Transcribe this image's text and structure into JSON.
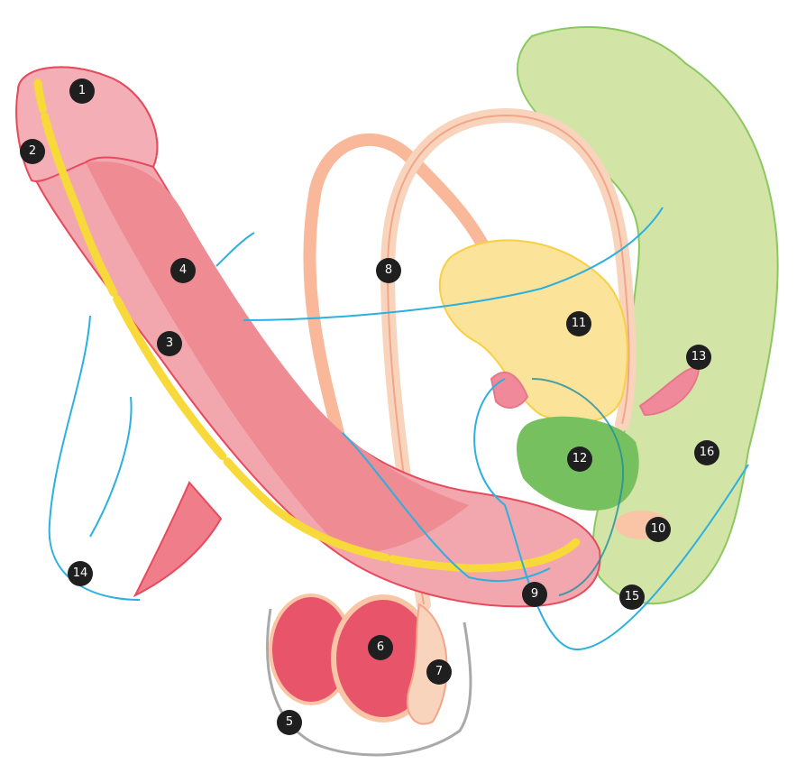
{
  "labels": [
    {
      "id": "1",
      "text": "1"
    },
    {
      "id": "2",
      "text": "2"
    },
    {
      "id": "3",
      "text": "3"
    },
    {
      "id": "4",
      "text": "4"
    },
    {
      "id": "5",
      "text": "5"
    },
    {
      "id": "6",
      "text": "6"
    },
    {
      "id": "7",
      "text": "7"
    },
    {
      "id": "8",
      "text": "8"
    },
    {
      "id": "9",
      "text": "9"
    },
    {
      "id": "10",
      "text": "10"
    },
    {
      "id": "11",
      "text": "11"
    },
    {
      "id": "12",
      "text": "12"
    },
    {
      "id": "13",
      "text": "13"
    },
    {
      "id": "14",
      "text": "14"
    },
    {
      "id": "15",
      "text": "15"
    },
    {
      "id": "16",
      "text": "16"
    }
  ],
  "colors": {
    "shaft_pink": "#f2a6ae",
    "shaft_dark": "#ef8b92",
    "outline_red": "#e64a5c",
    "urethra_yellow": "#f7d93a",
    "duct_peach": "#f9c5a6",
    "testis_red": "#e8546a",
    "bladder_green": "#d2e4a6",
    "bladder_outline": "#8bc860",
    "vesicle_yellow": "#fbe39a",
    "prostate_green": "#76c060",
    "nerve_blue": "#2bb0e0",
    "scrotum_gray": "#a9a9a9",
    "marker_dark": "#1f1f1f"
  }
}
